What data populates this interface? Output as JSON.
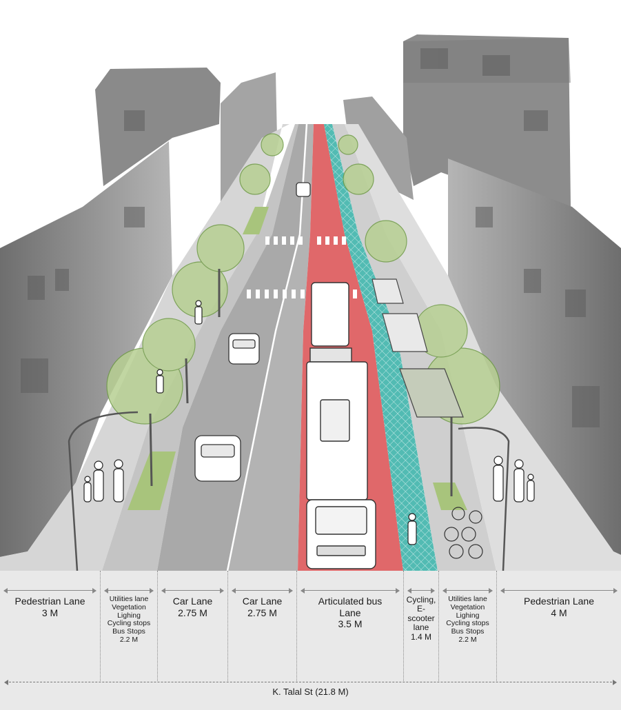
{
  "lanes": [
    {
      "id": "pedestrian-left",
      "lines": [
        "Pedestrian Lane",
        "3 M"
      ],
      "size": "big"
    },
    {
      "id": "utilities-left",
      "lines": [
        "Utilities lane",
        "Vegetation",
        "Lighing",
        "Cycling stops",
        "Bus Stops",
        "2.2 M"
      ],
      "size": "small"
    },
    {
      "id": "car-1",
      "lines": [
        "Car Lane",
        "2.75 M"
      ],
      "size": "big"
    },
    {
      "id": "car-2",
      "lines": [
        "Car Lane",
        "2.75 M"
      ],
      "size": "big"
    },
    {
      "id": "bus",
      "lines": [
        "Articulated bus",
        "Lane",
        "3.5 M"
      ],
      "size": "big"
    },
    {
      "id": "cycling",
      "lines": [
        "Cycling,",
        "E-scooter",
        "lane",
        "1.4 M"
      ],
      "size": "small"
    },
    {
      "id": "utilities-right",
      "lines": [
        "Utilities lane",
        "Vegetation",
        "Lighing",
        "Cycling stops",
        "Bus Stops",
        "2.2 M"
      ],
      "size": "small"
    },
    {
      "id": "pedestrian-right",
      "lines": [
        "Pedestrian Lane",
        "4 M"
      ],
      "size": "big"
    }
  ],
  "total_label": "K. Talal St (21.8 M)",
  "colors": {
    "bus_lane": "#e0686a",
    "cycle_lane": "#52bbb3",
    "road": "#a9a9a9",
    "sidewalk": "#d6d6d6",
    "vegetation": "#a8c47c",
    "buildings": "#9b9b9b"
  }
}
